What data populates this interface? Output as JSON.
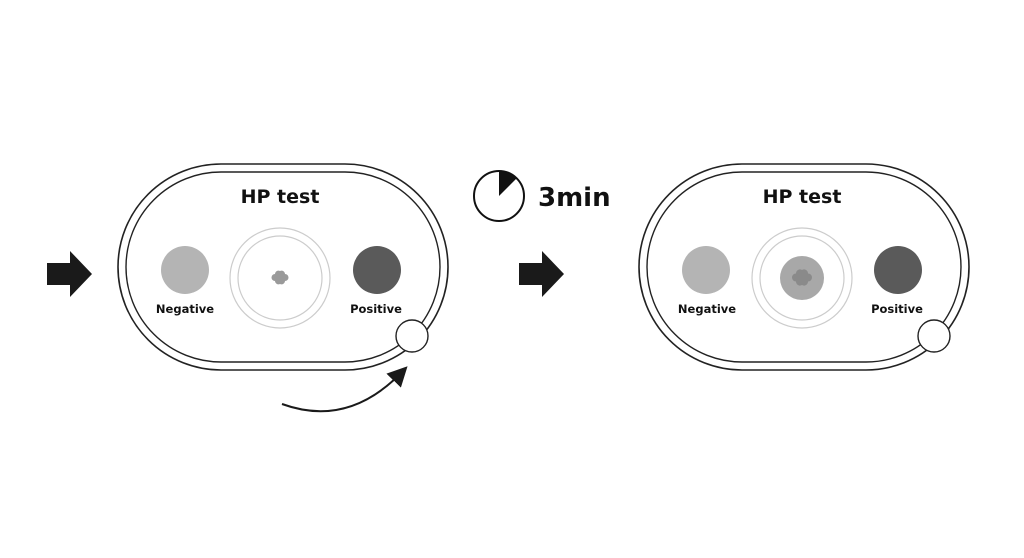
{
  "colors": {
    "outline": "#222222",
    "negative": "#b4b4b4",
    "positive": "#5a5a5a",
    "sample_before": "#9a9a9a",
    "sample_after_disc": "#a8a8a8",
    "sample_after_center": "#8a8a8a",
    "arrow": "#1a1a1a"
  },
  "step_arrows": [
    "right-arrow-icon",
    "right-arrow-icon"
  ],
  "timer": {
    "icon": "clock-icon",
    "label": "3min",
    "elapsed_fraction": 0.125
  },
  "devices": [
    {
      "title": "HP test",
      "negative_label": "Negative",
      "positive_label": "Positive",
      "sample_state": "unreacted",
      "show_rotate_arrow": true
    },
    {
      "title": "HP test",
      "negative_label": "Negative",
      "positive_label": "Positive",
      "sample_state": "reacted",
      "show_rotate_arrow": false
    }
  ]
}
